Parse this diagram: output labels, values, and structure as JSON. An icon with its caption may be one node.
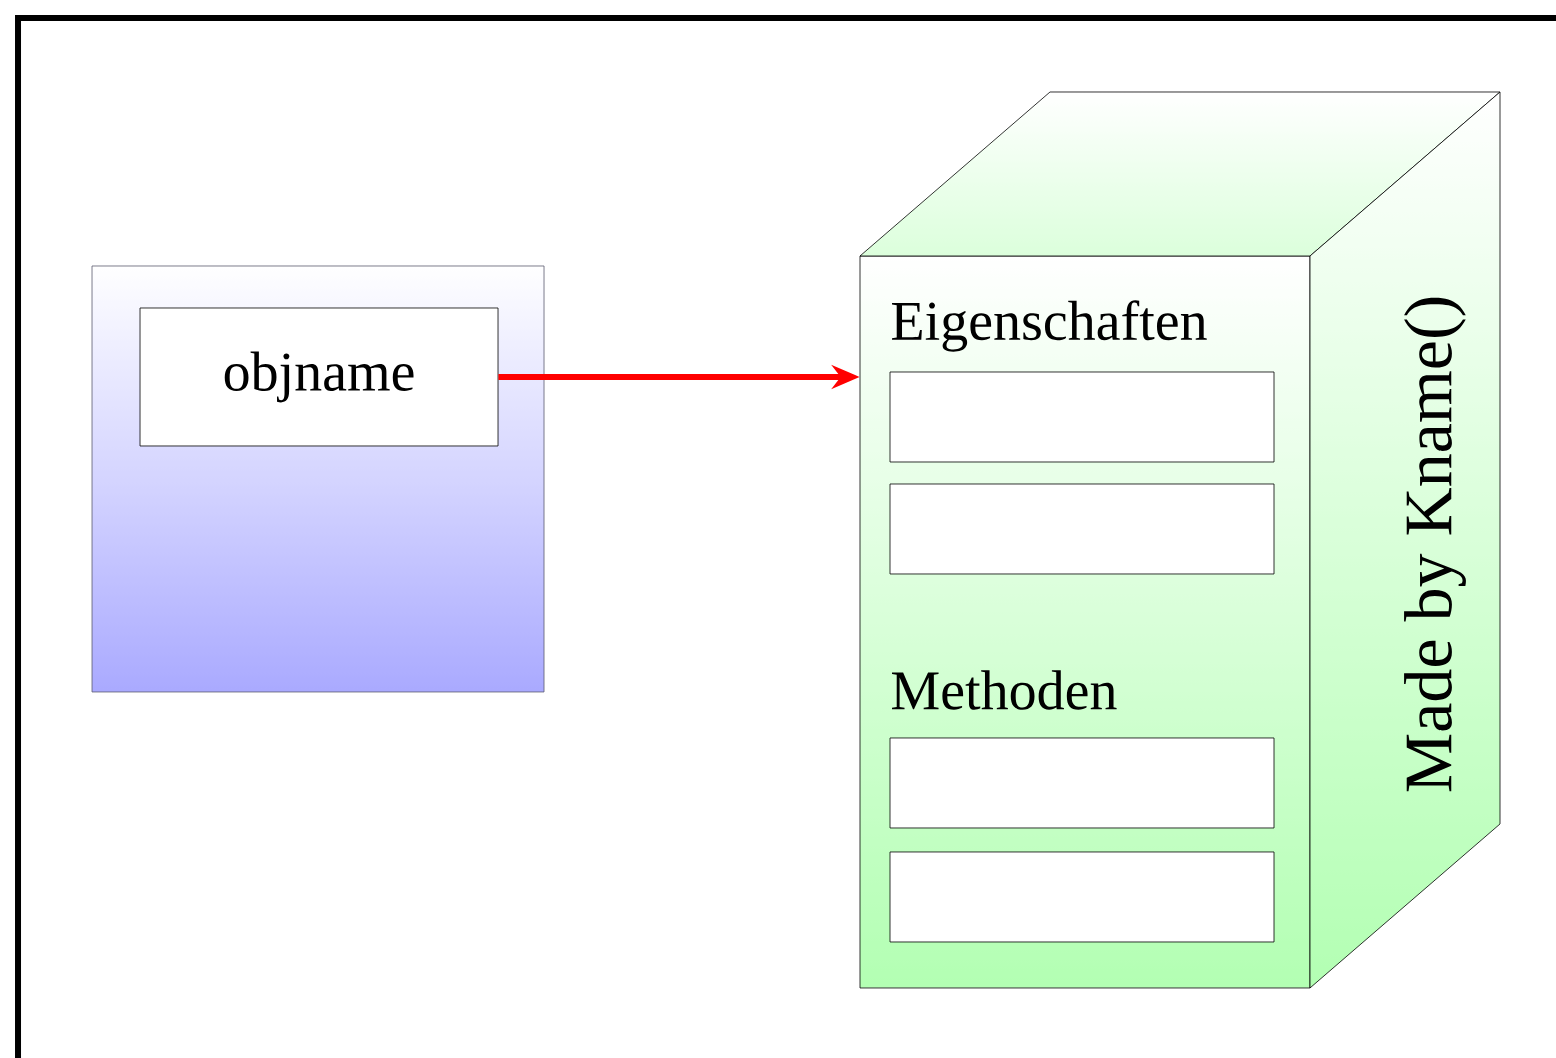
{
  "diagram": {
    "nodes": [
      {
        "text": [],
        "shape": "box"
      },
      {
        "text": [
          "objname"
        ],
        "in": 0
      },
      {
        "text": [
          "Eigenschaften",
          "Methoden",
          "Made by Kname()"
        ]
      },
      {
        "text": [],
        "shape": "box",
        "in": 2
      },
      {
        "text": [],
        "shape": "box",
        "in": 2
      },
      {
        "text": [],
        "shape": "box",
        "in": 2
      },
      {
        "text": [],
        "shape": "box",
        "in": 2
      }
    ],
    "edges": [
      {
        "from": 1,
        "to": 2,
        "arrow": "to",
        "color": "#ff0000"
      }
    ]
  }
}
